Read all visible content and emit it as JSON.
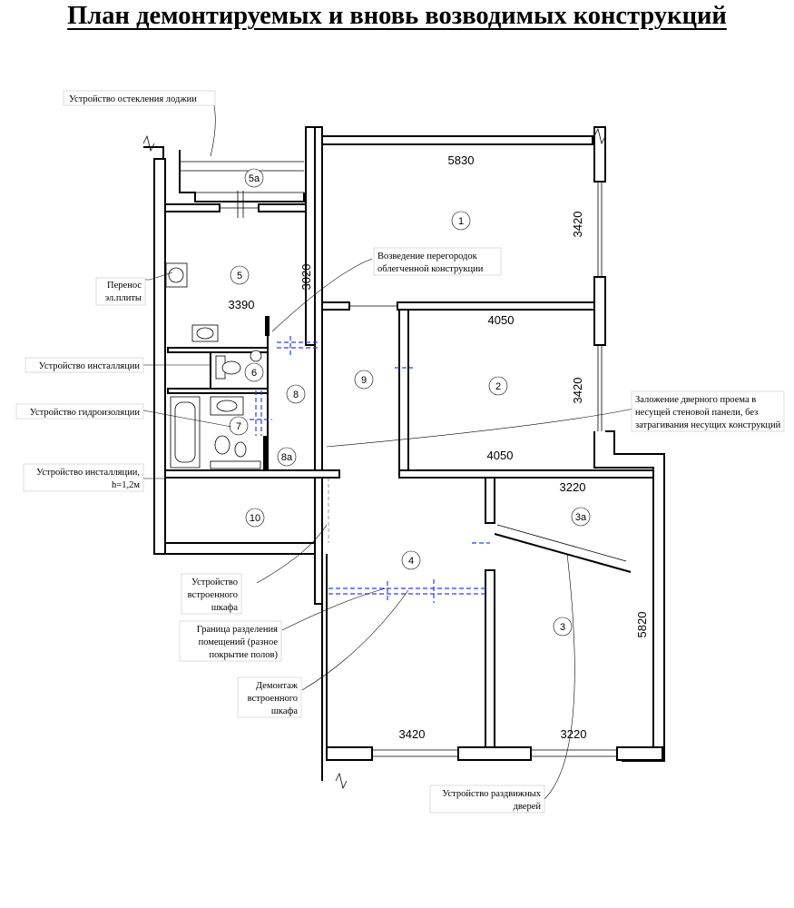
{
  "title": "План демонтируемых и вновь возводимых конструкций",
  "rooms": [
    "1",
    "2",
    "3",
    "3а",
    "4",
    "5",
    "5а",
    "6",
    "7",
    "8",
    "8а",
    "9",
    "10"
  ],
  "dimensions": {
    "r1_w": "5830",
    "r1_h": "3420",
    "r2_w_top": "4050",
    "r2_h": "3420",
    "r2_w_bottom": "4050",
    "r3a_w": "3220",
    "r3_h": "5820",
    "r3_w": "3220",
    "r4_w": "3420",
    "r5_w": "3390",
    "r5_h": "3020"
  },
  "notes": {
    "loggia": [
      "Устройство остекления лоджии"
    ],
    "stove": [
      "Перенос",
      "эл.плиты"
    ],
    "partitions": [
      "Возведение перегородок",
      "облегченной конструкции"
    ],
    "install1": [
      "Устройство инсталляции"
    ],
    "waterproof": [
      "Устройство гидроизоляции"
    ],
    "install2": [
      "Устройство инсталляции,",
      "h=1,2м"
    ],
    "doorway": [
      "Заложение дверного проема в",
      "несущей стеновой панели, без",
      "затрагивания несущих конструкций"
    ],
    "wardrobe_new": [
      "Устройство",
      "встроенного",
      "шкафа"
    ],
    "boundary": [
      "Граница разделения",
      "помещений (разное",
      "покрытие полов)"
    ],
    "wardrobe_demo": [
      "Демонтаж",
      "встроенного",
      "шкафа"
    ],
    "sliding": [
      "Устройство раздвижных",
      "дверей"
    ]
  }
}
